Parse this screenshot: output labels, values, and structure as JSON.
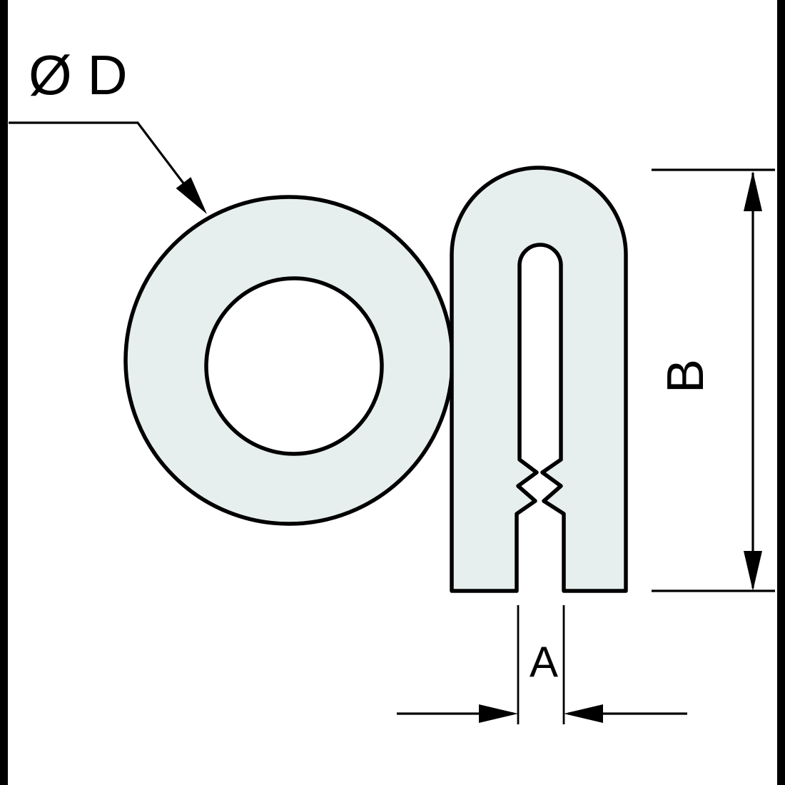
{
  "diagram": {
    "labels": {
      "diameter": "Ø D",
      "height": "B",
      "width": "A"
    },
    "colors": {
      "profile_fill": "#e6efee",
      "hole_fill": "#ffffff",
      "line": "#000000",
      "edge_bar": "#000000"
    }
  }
}
